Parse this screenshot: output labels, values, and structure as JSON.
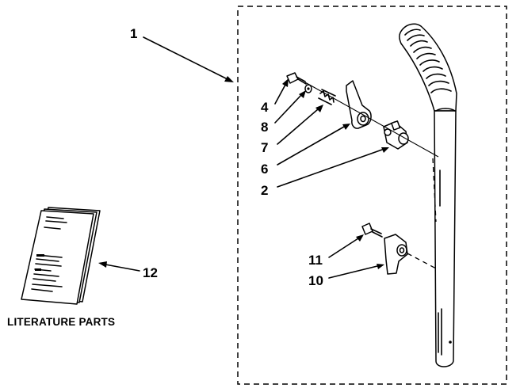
{
  "callouts": {
    "c1": "1",
    "c4": "4",
    "c8": "8",
    "c7": "7",
    "c6": "6",
    "c2": "2",
    "c11": "11",
    "c10": "10",
    "c12": "12"
  },
  "literature": {
    "title": "LITERATURE PARTS"
  },
  "colors": {
    "ink": "#000000",
    "paper": "#ffffff"
  }
}
